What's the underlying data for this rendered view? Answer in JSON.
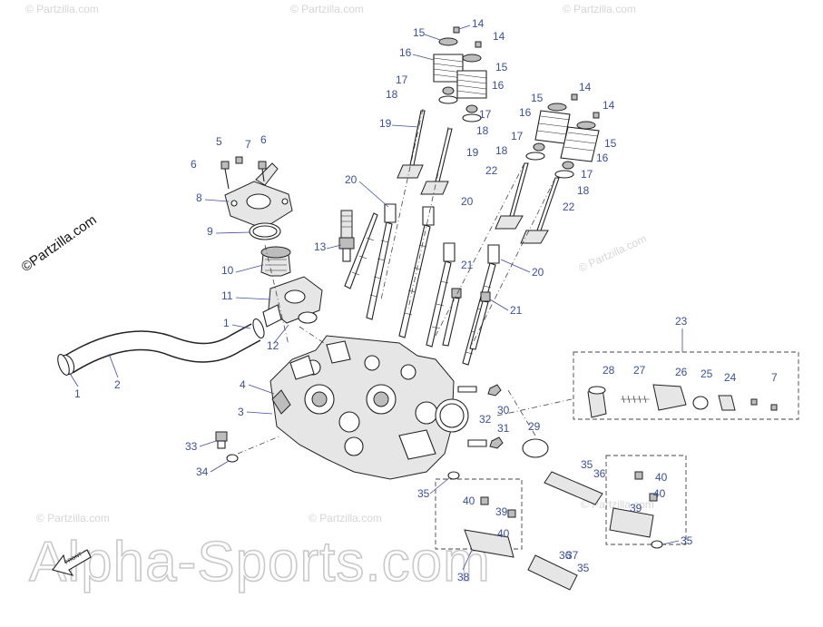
{
  "brand_label": "©Partzilla.com",
  "watermark_small": "© Partzilla.com",
  "site_watermark": "Alpha-Sports.com",
  "front_marker": "FRONT",
  "callouts": [
    "14",
    "15",
    "16",
    "17",
    "18",
    "19",
    "20",
    "21",
    "22",
    "23",
    "24",
    "25",
    "26",
    "27",
    "28",
    "29",
    "30",
    "31",
    "32",
    "33",
    "34",
    "35",
    "36",
    "37",
    "38",
    "39",
    "40",
    "1",
    "2",
    "3",
    "4",
    "5",
    "6",
    "7",
    "8",
    "9",
    "10",
    "11",
    "12",
    "13"
  ]
}
